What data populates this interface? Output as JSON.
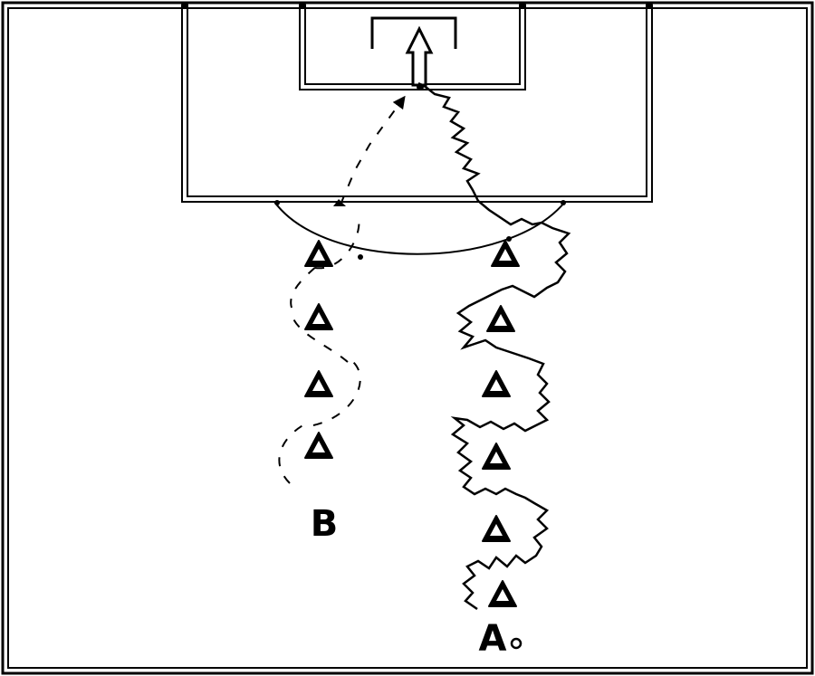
{
  "diagram": {
    "type": "soccer-drill",
    "line_color": "#000000",
    "background": "#ffffff",
    "labels": {
      "station_a": "A",
      "station_b": "B"
    },
    "icons": [
      "cone-icon",
      "goal-icon",
      "arrow-icon"
    ],
    "cones_a_count": 6,
    "cones_b_count": 4
  }
}
